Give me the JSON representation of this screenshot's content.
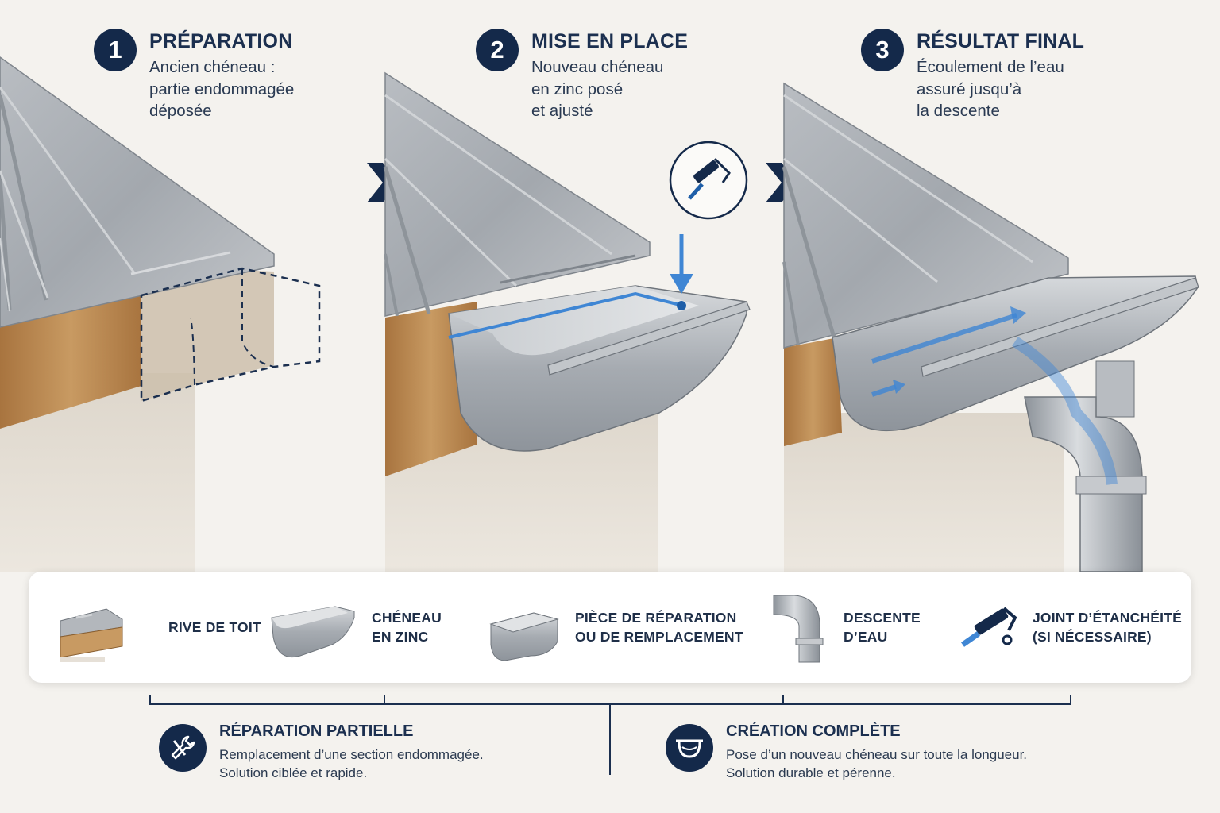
{
  "steps": [
    {
      "number": "1",
      "title": "PRÉPARATION",
      "lines": [
        "Ancien chéneau :",
        "partie endommagée",
        "déposée"
      ]
    },
    {
      "number": "2",
      "title": "MISE EN PLACE",
      "lines": [
        "Nouveau chéneau",
        "en zinc posé",
        "et ajusté"
      ]
    },
    {
      "number": "3",
      "title": "RÉSULTAT FINAL",
      "lines": [
        "Écoulement de l’eau",
        "assuré jusqu’à",
        "la descente"
      ]
    }
  ],
  "legend": [
    {
      "lines": [
        "RIVE DE TOIT"
      ],
      "icon": "roof-edge-icon"
    },
    {
      "lines": [
        "CHÉNEAU",
        "EN ZINC"
      ],
      "icon": "gutter-icon"
    },
    {
      "lines": [
        "PIÈCE DE RÉPARATION",
        "OU DE REMPLACEMENT"
      ],
      "icon": "repair-piece-icon"
    },
    {
      "lines": [
        "DESCENTE",
        "D’EAU"
      ],
      "icon": "downpipe-icon"
    },
    {
      "lines": [
        "JOINT D’ÉTANCHÉITÉ",
        "(SI NÉCESSAIRE)"
      ],
      "icon": "sealant-gun-icon"
    }
  ],
  "solutions": [
    {
      "title": "RÉPARATION PARTIELLE",
      "lines": [
        "Remplacement d’une section endommagée.",
        "Solution ciblée et rapide."
      ],
      "icon": "wrench-icon"
    },
    {
      "title": "CRÉATION COMPLÈTE",
      "lines": [
        "Pose d’un nouveau chéneau sur toute la longueur.",
        "Solution durable et pérenne."
      ],
      "icon": "gutter-bowl-icon"
    }
  ],
  "colors": {
    "navy": "#14294a",
    "zinc": "#a9adb2",
    "wood": "#b88650",
    "water": "#3f86d4",
    "wall": "#e6e0d7",
    "background": "#f4f2ee"
  }
}
